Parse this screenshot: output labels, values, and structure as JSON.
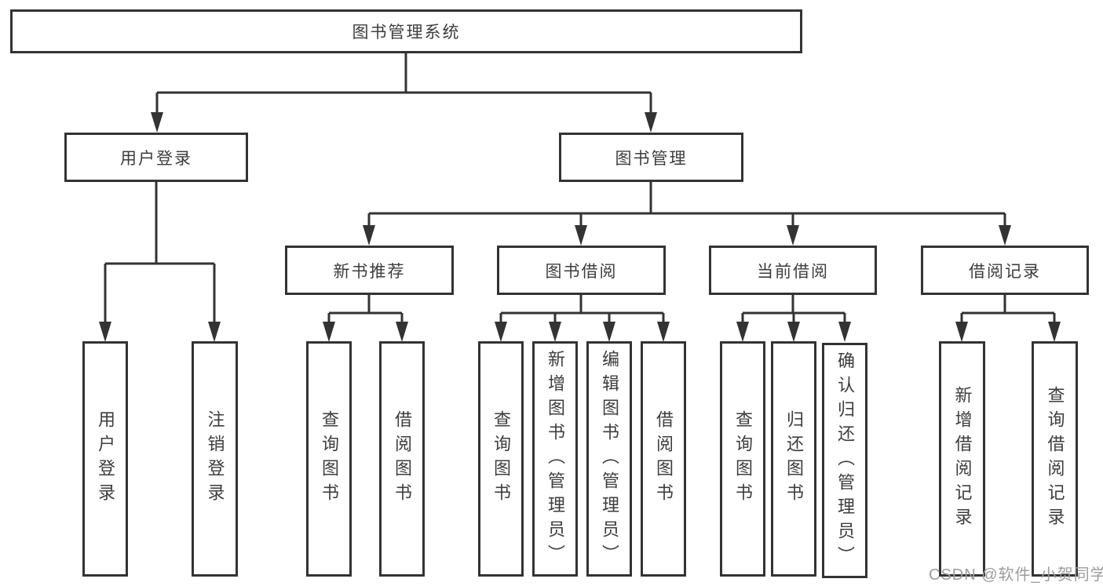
{
  "tree": {
    "root": {
      "label": "图书管理系统"
    },
    "branches": [
      {
        "label": "用户登录",
        "children": [
          {
            "label": "用户登录"
          },
          {
            "label": "注销登录"
          }
        ]
      },
      {
        "label": "图书管理",
        "children": [
          {
            "label": "新书推荐",
            "children": [
              {
                "label": "查询图书"
              },
              {
                "label": "借阅图书"
              }
            ]
          },
          {
            "label": "图书借阅",
            "children": [
              {
                "label": "查询图书"
              },
              {
                "label": "新增图书（管理员）"
              },
              {
                "label": "编辑图书（管理员）"
              },
              {
                "label": "借阅图书"
              }
            ]
          },
          {
            "label": "当前借阅",
            "children": [
              {
                "label": "查询图书"
              },
              {
                "label": "归还图书"
              },
              {
                "label": "确认归还（管理员）"
              }
            ]
          },
          {
            "label": "借阅记录",
            "children": [
              {
                "label": "新增借阅记录"
              },
              {
                "label": "查询借阅记录"
              }
            ]
          }
        ]
      }
    ]
  },
  "watermark": {
    "text": "CSDN @软件_小贺同学"
  },
  "colors": {
    "line": "#333333",
    "box_border": "#333333",
    "box_fill": "#ffffff",
    "text": "#3d3d3d",
    "watermark": "#9c9c9c",
    "background": "#ffffff"
  }
}
